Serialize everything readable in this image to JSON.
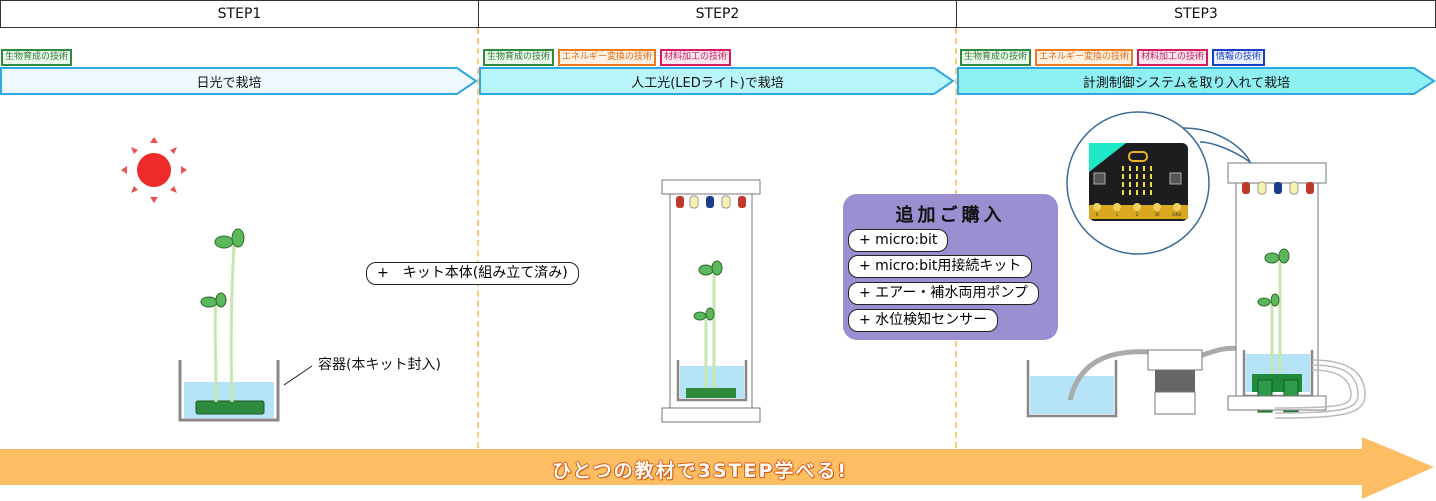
{
  "steps": [
    {
      "title": "STEP1",
      "tags": [
        "生物育成の技術"
      ],
      "banner": "日光で栽培",
      "container_label": "容器(本キット封入)"
    },
    {
      "title": "STEP2",
      "tags": [
        "生物育成の技術",
        "エネルギー変換の技術",
        "材料加工の技術"
      ],
      "banner": "人工光(LEDライト)で栽培"
    },
    {
      "title": "STEP3",
      "tags": [
        "生物育成の技術",
        "エネルギー変換の技術",
        "材料加工の技術",
        "情報の技術"
      ],
      "banner": "計測制御システムを取り入れて栽培"
    }
  ],
  "kit_pill": "+　キット本体(組み立て済み)",
  "purchase": {
    "title": "追加ご購入",
    "items": [
      "+ micro:bit",
      "+ micro:bit用接続キット",
      "+  エアー・補水両用ポンプ",
      "+ 水位検知センサー"
    ]
  },
  "microbit_pins": [
    "0",
    "1",
    "2",
    "3V",
    "GND"
  ],
  "footer": "ひとつの教材で3STEP学べる!",
  "colors": {
    "banner1": "#eefaff",
    "banner2": "#b9f6fb",
    "banner3": "#8ff0f4",
    "arrow": "#fdbd63",
    "purple": "#9b8fd2"
  }
}
